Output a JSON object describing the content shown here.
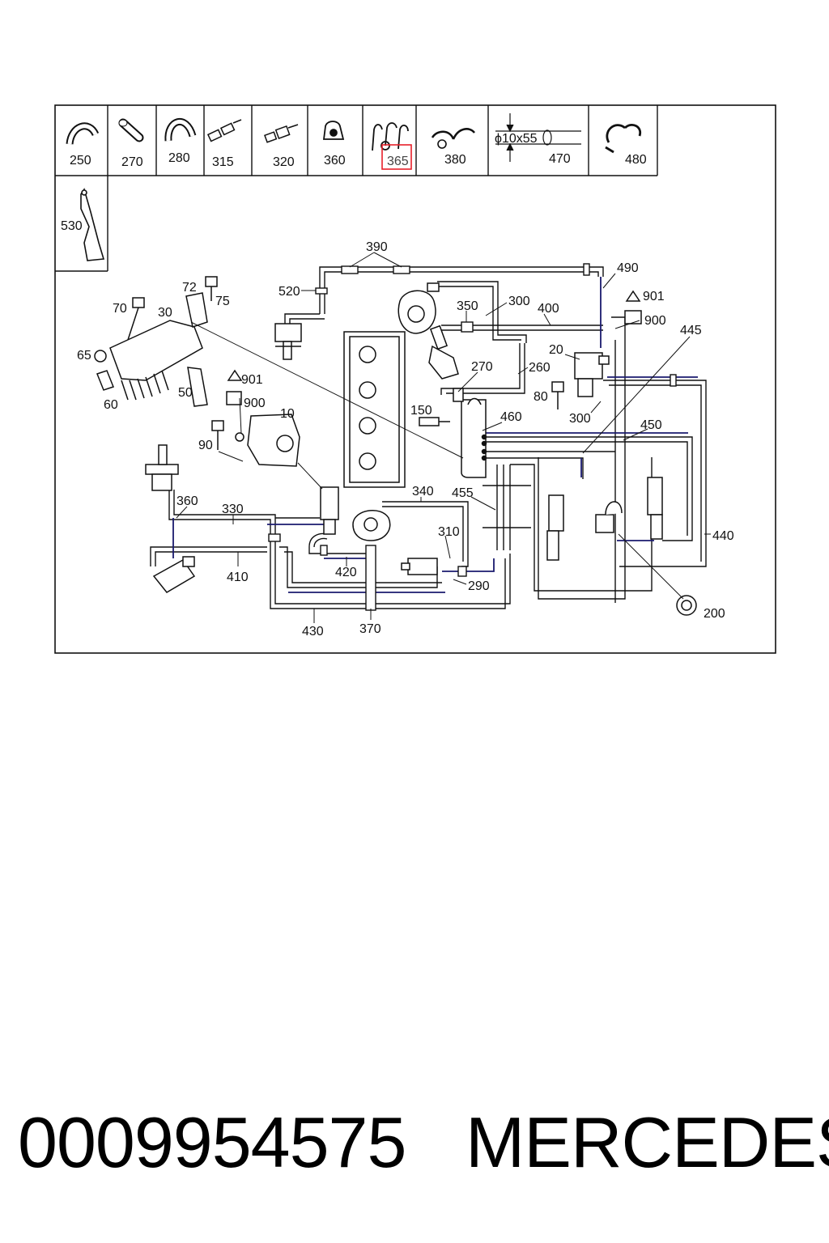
{
  "header_parts": [
    {
      "id": "p250",
      "label": "250"
    },
    {
      "id": "p270",
      "label": "270"
    },
    {
      "id": "p280",
      "label": "280"
    },
    {
      "id": "p315",
      "label": "315"
    },
    {
      "id": "p320",
      "label": "320"
    },
    {
      "id": "p360",
      "label": "360"
    },
    {
      "id": "p365",
      "label": "365",
      "highlighted": true
    },
    {
      "id": "p380",
      "label": "380"
    },
    {
      "id": "p470",
      "label": "470",
      "dimension": "ϕ10x55"
    },
    {
      "id": "p480",
      "label": "480"
    },
    {
      "id": "p530",
      "label": "530"
    }
  ],
  "callouts": {
    "c390": "390",
    "c490": "490",
    "c520": "520",
    "c300a": "300",
    "c400": "400",
    "c350": "350",
    "c901a": "901",
    "c900a": "900",
    "c445": "445",
    "c72": "72",
    "c75": "75",
    "c70": "70",
    "c30": "30",
    "c20": "20",
    "c270": "270",
    "c260": "260",
    "c65": "65",
    "c901b": "901",
    "c80": "80",
    "c300b": "300",
    "c900b": "900",
    "c50": "50",
    "c60": "60",
    "c150": "150",
    "c460": "460",
    "c10": "10",
    "c450": "450",
    "c90": "90",
    "c340": "340",
    "c455": "455",
    "c360": "360",
    "c330": "330",
    "c310": "310",
    "c440": "440",
    "c410": "410",
    "c420": "420",
    "c290": "290",
    "c200": "200",
    "c430": "430",
    "c370": "370"
  },
  "colors": {
    "line": "#111111",
    "hose": "#1a1a6e",
    "highlight": "#e8202a"
  },
  "footer": {
    "part_number": "0009954575",
    "brand": "MERCEDES"
  }
}
